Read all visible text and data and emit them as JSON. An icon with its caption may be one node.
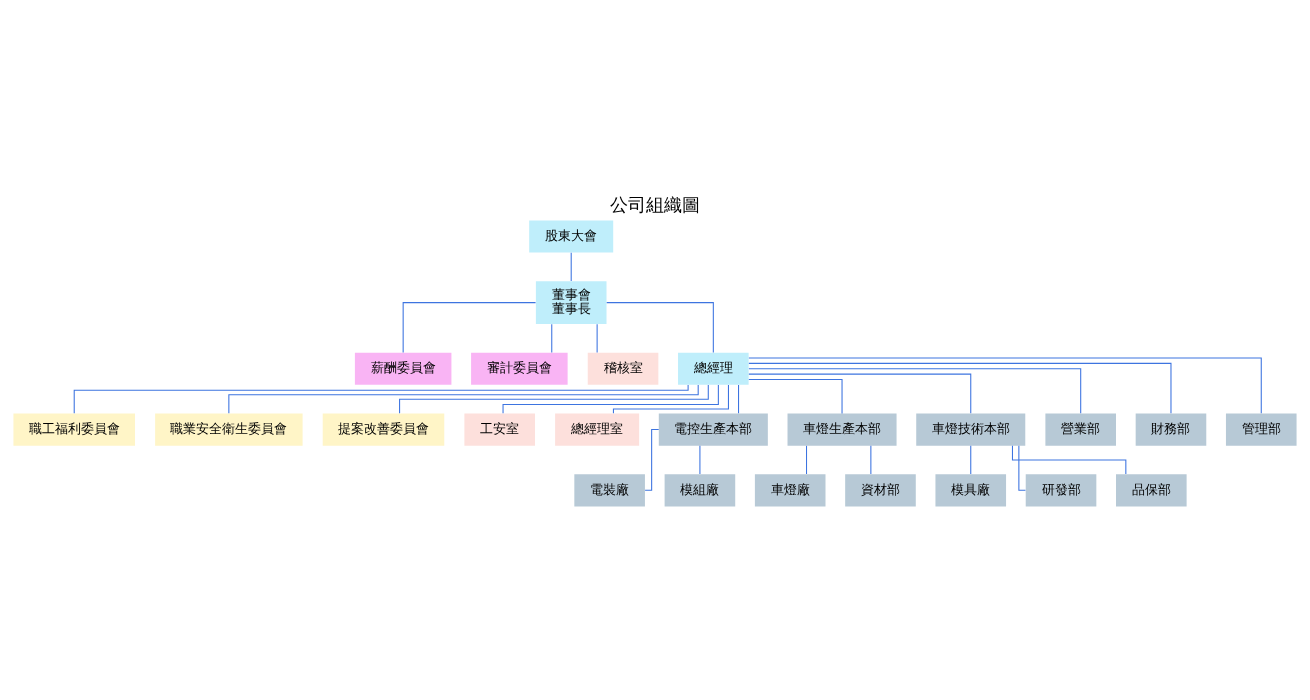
{
  "diagram": {
    "title": "公司組織圖",
    "nodes": [
      {
        "text": [
          "股東大會"
        ]
      },
      {
        "text": [
          "董事會",
          "董事長"
        ]
      },
      {
        "text": [
          "薪酬委員會"
        ]
      },
      {
        "text": [
          "審計委員會"
        ]
      },
      {
        "text": [
          "稽核室"
        ]
      },
      {
        "text": [
          "總經理"
        ]
      },
      {
        "text": [
          "職工福利委員會"
        ]
      },
      {
        "text": [
          "職業安全衛生委員會"
        ]
      },
      {
        "text": [
          "提案改善委員會"
        ]
      },
      {
        "text": [
          "工安室"
        ]
      },
      {
        "text": [
          "總經理室"
        ]
      },
      {
        "text": [
          "電控生產本部"
        ]
      },
      {
        "text": [
          "車燈生產本部"
        ]
      },
      {
        "text": [
          "車燈技術本部"
        ]
      },
      {
        "text": [
          "營業部"
        ]
      },
      {
        "text": [
          "財務部"
        ]
      },
      {
        "text": [
          "管理部"
        ]
      },
      {
        "text": [
          "電裝廠"
        ]
      },
      {
        "text": [
          "模組廠"
        ]
      },
      {
        "text": [
          "車燈廠"
        ]
      },
      {
        "text": [
          "資材部"
        ]
      },
      {
        "text": [
          "模具廠"
        ]
      },
      {
        "text": [
          "研發部"
        ]
      },
      {
        "text": [
          "品保部"
        ]
      }
    ],
    "edges": [
      {
        "from": 0,
        "to": 1,
        "arrow": "none"
      },
      {
        "from": 1,
        "to": 2,
        "arrow": "none"
      },
      {
        "from": 1,
        "to": 3,
        "arrow": "none"
      },
      {
        "from": 1,
        "to": 4,
        "arrow": "none"
      },
      {
        "from": 1,
        "to": 5,
        "arrow": "none"
      },
      {
        "from": 5,
        "to": 6,
        "arrow": "none"
      },
      {
        "from": 5,
        "to": 7,
        "arrow": "none"
      },
      {
        "from": 5,
        "to": 8,
        "arrow": "none"
      },
      {
        "from": 5,
        "to": 9,
        "arrow": "none"
      },
      {
        "from": 5,
        "to": 10,
        "arrow": "none"
      },
      {
        "from": 5,
        "to": 11,
        "arrow": "none"
      },
      {
        "from": 5,
        "to": 12,
        "arrow": "none"
      },
      {
        "from": 5,
        "to": 13,
        "arrow": "none"
      },
      {
        "from": 5,
        "to": 14,
        "arrow": "none"
      },
      {
        "from": 5,
        "to": 15,
        "arrow": "none"
      },
      {
        "from": 5,
        "to": 16,
        "arrow": "none"
      },
      {
        "from": 11,
        "to": 17,
        "arrow": "none"
      },
      {
        "from": 11,
        "to": 18,
        "arrow": "none"
      },
      {
        "from": 12,
        "to": 19,
        "arrow": "none"
      },
      {
        "from": 12,
        "to": 20,
        "arrow": "none"
      },
      {
        "from": 13,
        "to": 21,
        "arrow": "none"
      },
      {
        "from": 13,
        "to": 22,
        "arrow": "none"
      },
      {
        "from": 13,
        "to": 23,
        "arrow": "none"
      }
    ]
  }
}
